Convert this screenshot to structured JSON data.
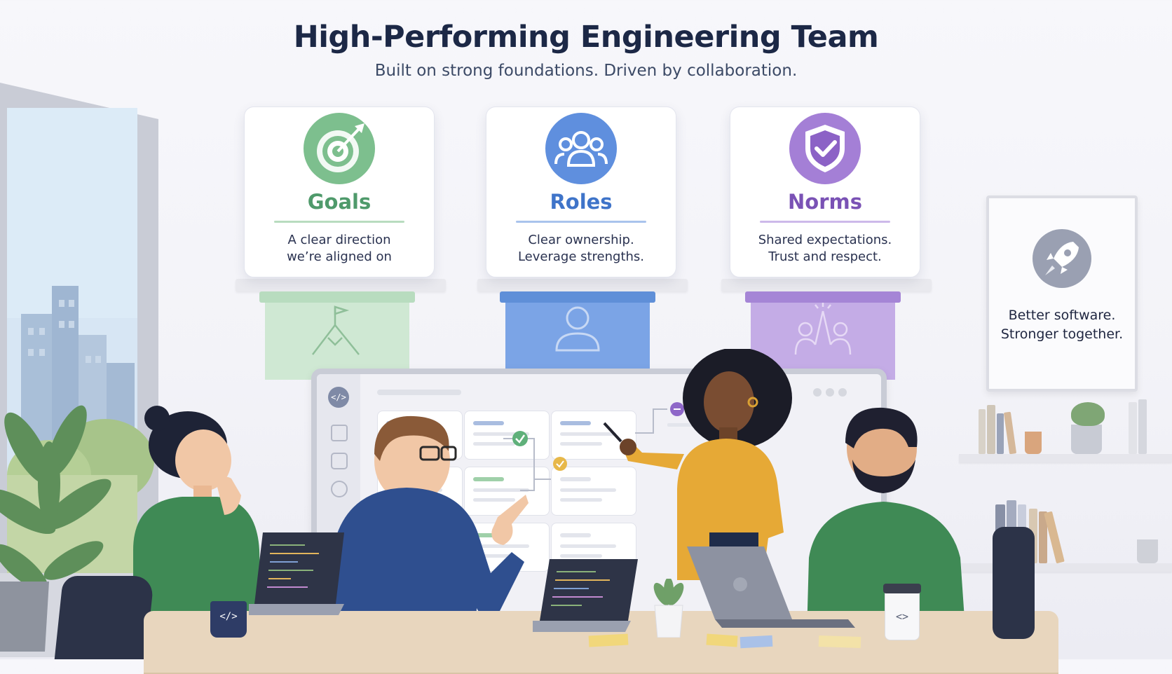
{
  "header": {
    "title": "High-Performing Engineering Team",
    "subtitle": "Built on strong foundations. Driven by collaboration."
  },
  "pillars": [
    {
      "name": "Goals",
      "desc_line1": "A clear direction",
      "desc_line2": "we’re aligned on",
      "color": "#4f9a6b",
      "icon": "target-icon"
    },
    {
      "name": "Roles",
      "desc_line1": "Clear ownership.",
      "desc_line2": "Leverage strengths.",
      "color": "#3f74c9",
      "icon": "team-icon"
    },
    {
      "name": "Norms",
      "desc_line1": "Shared expectations.",
      "desc_line2": "Trust and respect.",
      "color": "#7a52b5",
      "icon": "shield-check-icon"
    }
  ],
  "poster": {
    "line1": "Better software.",
    "line2": "Stronger together.",
    "icon": "rocket-icon"
  },
  "colors": {
    "goals_green": "#4f9a6b",
    "roles_blue": "#3f74c9",
    "norms_purple": "#7a52b5",
    "title_navy": "#1c2846"
  }
}
